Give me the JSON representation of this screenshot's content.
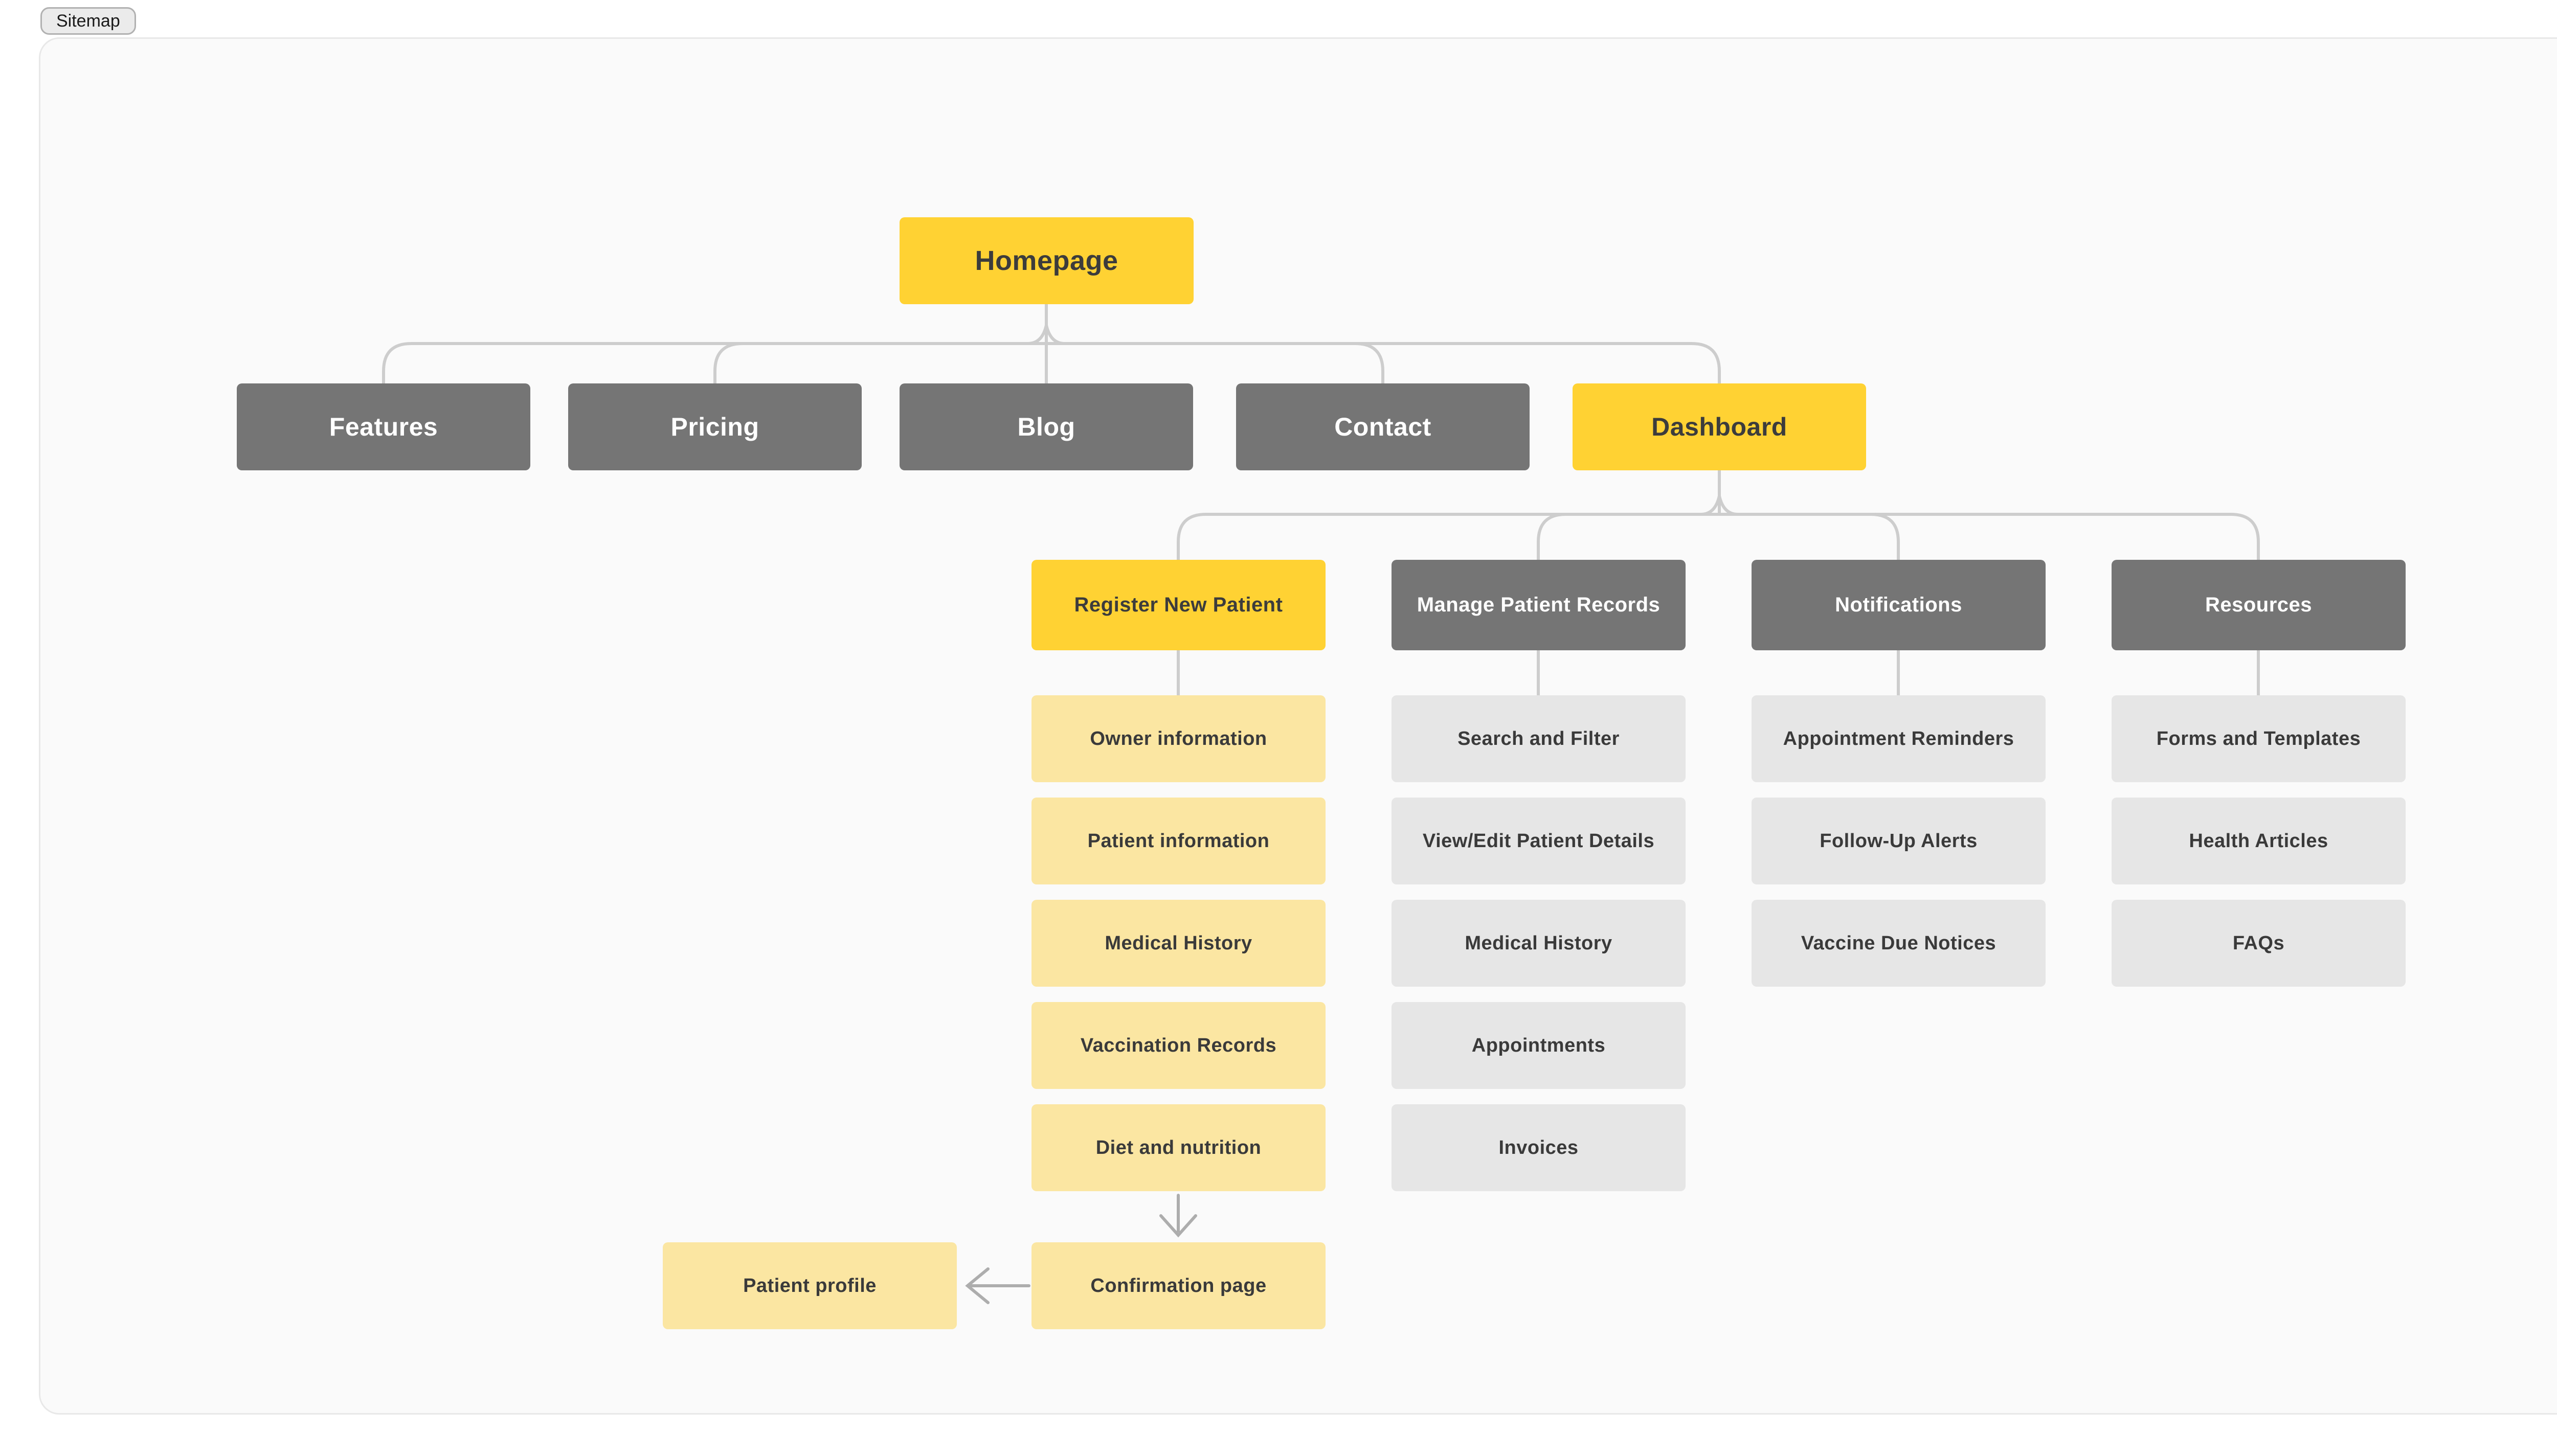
{
  "header": {
    "tag_label": "Sitemap"
  },
  "palette": {
    "accent_yellow": "#FFD233",
    "soft_yellow": "#FBE6A2",
    "dark_gray_node": "#757575",
    "light_gray_node": "#E6E6E6",
    "connector_line": "#CDCDCD",
    "arrow_line": "#ADADAD",
    "canvas_background": "#FAFAFA",
    "canvas_border": "#E8E8E8",
    "dark_text": "#3C3C3C",
    "light_text": "#FFFFFF"
  },
  "tree": {
    "root": {
      "label": "Homepage"
    },
    "level2": [
      {
        "label": "Features"
      },
      {
        "label": "Pricing"
      },
      {
        "label": "Blog"
      },
      {
        "label": "Contact"
      },
      {
        "label": "Dashboard"
      }
    ],
    "sections": [
      {
        "label": "Register New Patient",
        "children": [
          "Owner information",
          "Patient information",
          "Medical History",
          "Vaccination Records",
          "Diet and nutrition"
        ]
      },
      {
        "label": "Manage Patient Records",
        "children": [
          "Search and Filter",
          "View/Edit Patient Details",
          "Medical History",
          "Appointments",
          "Invoices"
        ]
      },
      {
        "label": "Notifications",
        "children": [
          "Appointment Reminders",
          "Follow-Up Alerts",
          "Vaccine Due Notices"
        ]
      },
      {
        "label": "Resources",
        "children": [
          "Forms and Templates",
          "Health Articles",
          "FAQs"
        ]
      }
    ],
    "flow": {
      "confirmation": {
        "label": "Confirmation page"
      },
      "patient_profile": {
        "label": "Patient profile"
      }
    }
  }
}
